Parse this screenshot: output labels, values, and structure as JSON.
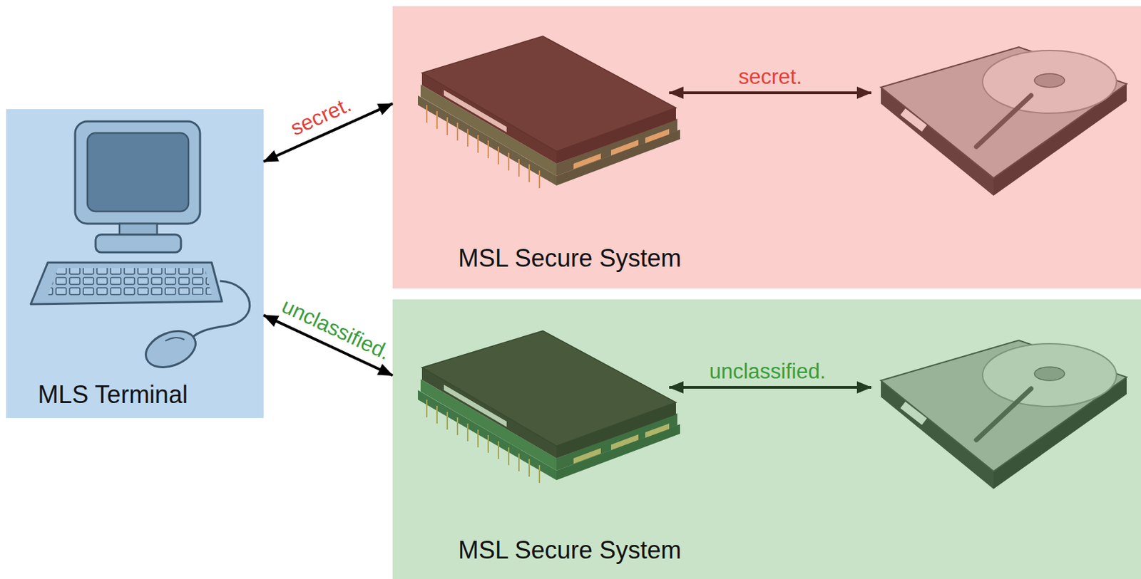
{
  "diagram": {
    "nodes": [
      {
        "text": [
          "MLS Terminal"
        ]
      },
      {
        "text": [
          "MSL Secure System"
        ]
      },
      {
        "text": [
          "MSL Secure System"
        ]
      }
    ],
    "edges": [
      {
        "from": 0,
        "to": 1,
        "arrow": "both",
        "label": "secret."
      },
      {
        "from": 0,
        "to": 2,
        "arrow": "both",
        "label": "unclassified."
      }
    ],
    "labels": [
      "secret.",
      "unclassified."
    ]
  }
}
